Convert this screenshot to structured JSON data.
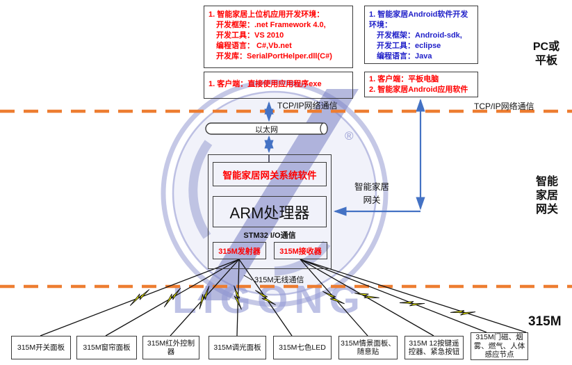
{
  "dev_env_left": {
    "lines": [
      "1. 智能家居上位机应用开发环境：",
      "开发框架：.net Framework 4.0,",
      "开发工具：VS 2010",
      "编程语言： C#,Vb.net",
      "开发库：SerialPortHelper.dll(C#)"
    ]
  },
  "dev_env_right": {
    "lines": [
      "1. 智能家居Android软件开发环境：",
      "开发框架：Android-sdk,",
      "开发工具：eclipse",
      "编程语言：Java"
    ]
  },
  "client_left": {
    "lines": [
      "1. 客户端：直接使用应用程序exe"
    ]
  },
  "client_right": {
    "lines": [
      "1. 客户端：平板电脑",
      "2. 智能家居Android应用软件"
    ]
  },
  "connections": {
    "tcp_left": "TCP/IP网络通信",
    "tcp_right": "TCP/IP网络通信",
    "ethernet": "以太网",
    "stm32": "STM32 I/O通信",
    "wireless": "315M无线通信",
    "gateway_side_label": "智能家居\n网关"
  },
  "gateway": {
    "software": "智能家居网关系统软件",
    "arm": "ARM处理器",
    "transmitter": "315M发射器",
    "receiver": "315M接收器"
  },
  "side_labels": {
    "pc": "PC或\n平板",
    "gateway": "智能\n家居\n网关",
    "m315": "315M"
  },
  "devices": [
    "315M开关面板",
    "315M窗帘面板",
    "315M红外控制器",
    "315M调光面板",
    "315M七色LED",
    "315M情景面板、随意贴",
    "315M 12按键遥控器、紧急按钮",
    "315M门磁、烟雾、燃气、人体感应节点"
  ],
  "watermark": {
    "text": "LIGONG",
    "registered": "®"
  },
  "colors": {
    "red_text": "#FF0000",
    "blue_text": "#1F1FC8",
    "orange_dash": "#ED7D31",
    "arrow_blue": "#4472C4",
    "bolt_yellow": "#FFFF00",
    "watermark": "#949BD5"
  }
}
